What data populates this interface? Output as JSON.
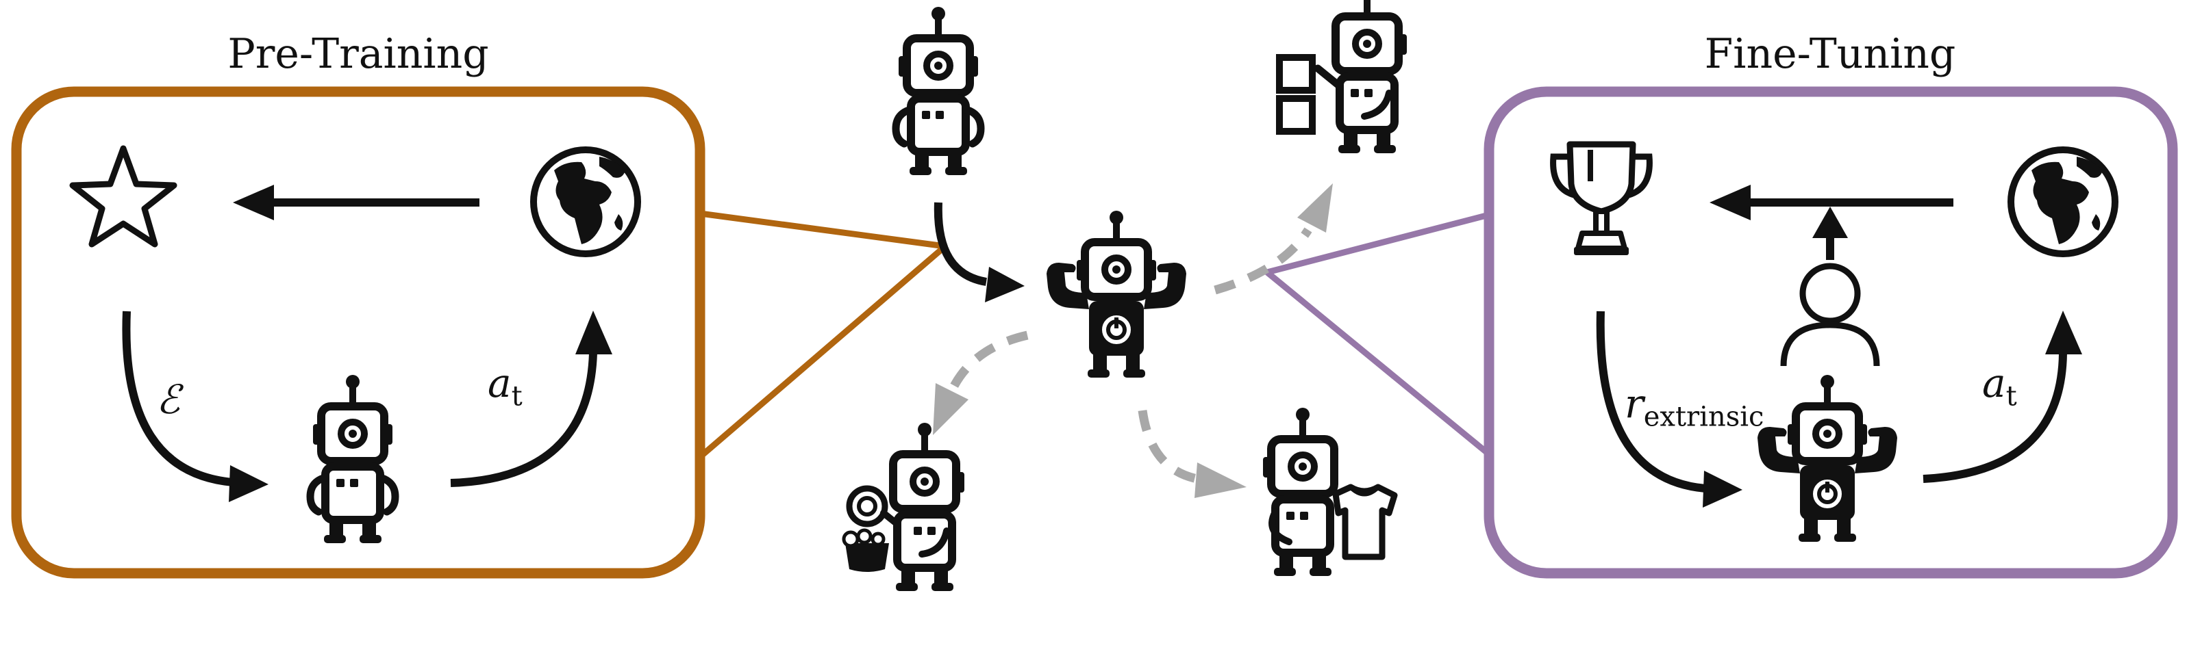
{
  "colors": {
    "pretrain": "#b0650f",
    "finetune": "#9677a8",
    "ink": "#111111",
    "dashed": "#a8a8a8"
  },
  "pretraining": {
    "title": "Pre-Training",
    "icons": [
      "star-icon",
      "globe-icon",
      "robot-icon"
    ],
    "intrinsic_label": "ℰ",
    "action_label": "a",
    "action_sub": "t"
  },
  "finetuning": {
    "title": "Fine-Tuning",
    "icons": [
      "trophy-icon",
      "globe-icon",
      "person-icon",
      "strong-robot-icon"
    ],
    "reward_label": "r",
    "reward_sub": "extrinsic",
    "action_label": "a",
    "action_sub": "t"
  },
  "center": {
    "icons": [
      "robot-icon",
      "strong-robot-icon"
    ],
    "tasks": [
      "robot-stacking-blocks-icon",
      "robot-washing-dishes-icon",
      "robot-folding-shirt-icon"
    ]
  }
}
